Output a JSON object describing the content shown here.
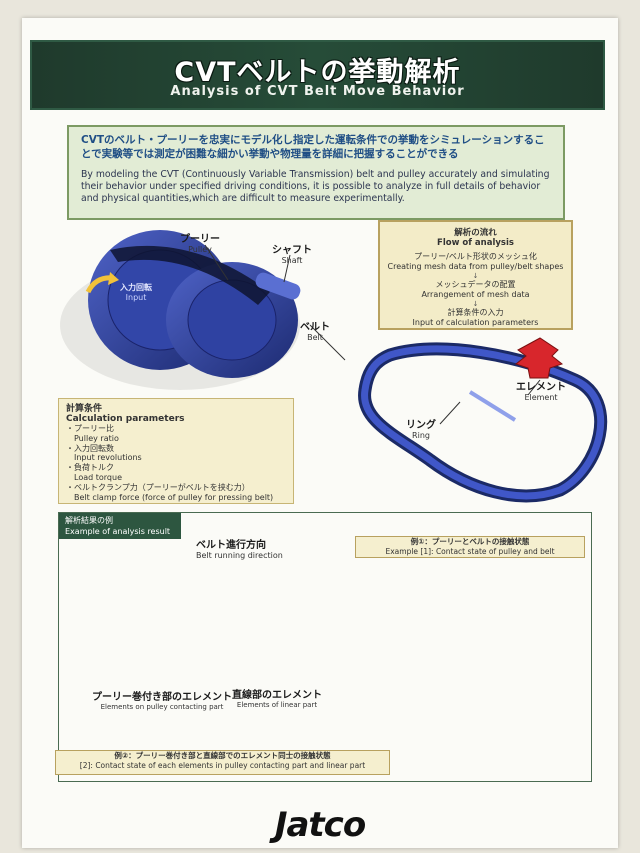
{
  "title": {
    "jp": "CVTベルトの挙動解析",
    "en": "Analysis of CVT Belt Move Behavior"
  },
  "summary": {
    "jp": "CVTのベルト・プーリーを忠実にモデル化し指定した運転条件での挙動をシミュレーションすることで実験等では測定が困難な細かい挙動や物理量を詳細に把握することができる",
    "en": "By modeling the CVT (Continuously Variable Transmission) belt and pulley accurately and simulating their behavior under specified driving conditions, it is possible to analyze in full details of behavior and physical quantities,which are difficult to measure experimentally."
  },
  "flow": {
    "head_jp": "解析の流れ",
    "head_en": "Flow of analysis",
    "steps": [
      {
        "jp": "プーリー/ベルト形状のメッシュ化",
        "en": "Creating mesh data from pulley/belt shapes"
      },
      {
        "jp": "メッシュデータの配置",
        "en": "Arrangement of mesh data"
      },
      {
        "jp": "計算条件の入力",
        "en": "Input of calculation parameters"
      }
    ],
    "arrow": "↓"
  },
  "labels": {
    "pulley": {
      "jp": "プーリー",
      "en": "Pulley"
    },
    "shaft": {
      "jp": "シャフト",
      "en": "Shaft"
    },
    "input": {
      "jp": "入力回転",
      "en": "Input"
    },
    "belt": {
      "jp": "ベルト",
      "en": "Belt"
    },
    "element": {
      "jp": "エレメント",
      "en": "Element"
    },
    "ring": {
      "jp": "リング",
      "en": "Ring"
    }
  },
  "params": {
    "head_jp": "計算条件",
    "head_en": "Calculation parameters",
    "items": [
      {
        "jp": "・プーリー比",
        "en": "Pulley ratio"
      },
      {
        "jp": "・入力回転数",
        "en": "Input revolutions"
      },
      {
        "jp": "・負荷トルク",
        "en": "Load torque"
      },
      {
        "jp": "・ベルトクランプ力（プーリーがベルトを挟む力）",
        "en": "Belt clamp force (force of pulley for pressing belt)"
      }
    ]
  },
  "results": {
    "tag_jp": "解析結果の例",
    "tag_en": "Example of analysis result",
    "direction": {
      "jp": "ベルト進行方向",
      "en": "Belt running direction"
    },
    "ex1": {
      "jp": "例①：プーリーとベルトの接触状態",
      "en": "Example [1]: Contact state of pulley and belt"
    },
    "pulley_elem": {
      "jp": "プーリー巻付き部のエレメント",
      "en": "Elements on pulley contacting part"
    },
    "linear_elem": {
      "jp": "直線部のエレメント",
      "en": "Elements of linear part"
    },
    "ex2": {
      "jp": "例②：プーリー巻付き部と直線部でのエレメント同士の接触状態",
      "en": "[2]: Contact state of each elements in pulley contacting part and linear part"
    }
  },
  "logo": "Jatco",
  "colors": {
    "title_bg": "#264c38",
    "summary_bg": "#e2ecd5",
    "note_bg": "#f3ecc8",
    "arrow_red": "#d8262c",
    "big_arrow": "#e0407a",
    "mesh_blue": "#2b3f9c"
  }
}
